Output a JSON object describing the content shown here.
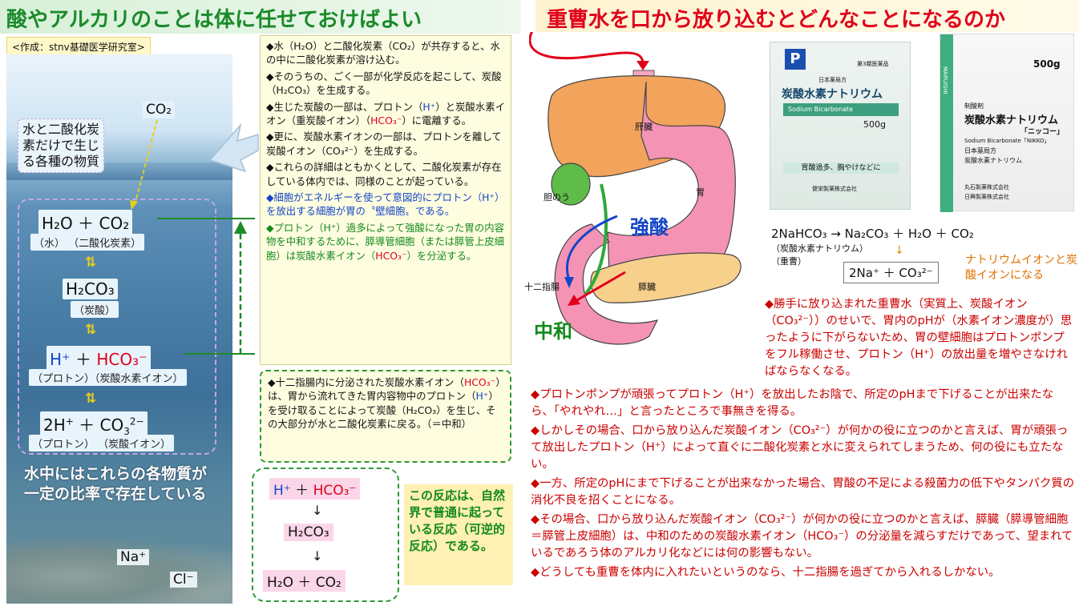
{
  "header": {
    "title_left": "酸やアルカリのことは体に任せておけばよい",
    "author": "<作成：stnv基礎医学研究室>",
    "title_right": "重曹水を口から放り込むとどんなことになるのか"
  },
  "left_panel": {
    "co2_top": "CO₂",
    "substances_label": "水と二酸化炭素だけで生じる各種の物質",
    "eq1": "H₂O ＋ CO₂",
    "eq1_paren": "（水） （二酸化炭素）",
    "eq2": "H₂CO₃",
    "eq2_paren": "（炭酸）",
    "eq3_paren": "（プロトン）（炭酸水素イオン）",
    "eq4_paren": "（プロトン） （炭酸イオン）",
    "reversible_arrow": "⇅",
    "ocean_note": "水中にはこれらの各物質が一定の比率で存在している",
    "na_ion": "Na⁺",
    "cl_ion": "Cl⁻"
  },
  "explanation": {
    "p1": "◆水（H₂O）と二酸化炭素（CO₂）が共存すると、水の中に二酸化炭素が溶け込む。",
    "p2": "◆そのうちの、ごく一部が化学反応を起こして、炭酸（H₂CO₃）を生成する。",
    "p3_a": "◆生じた炭酸の一部は、プロトン（",
    "p3_b": "）と炭酸水素イオン（重炭酸イオン）（",
    "p3_c": "）に電離する。",
    "p4": "◆更に、炭酸水素イオンの一部は、プロトンを離して炭酸イオン（CO₃²⁻）を生成する。",
    "p5": "◆これらの詳細はともかくとして、二酸化炭素が存在している体内では、同様のことが起っている。",
    "p6": "◆細胞がエネルギーを使って意図的にプロトン（H⁺）を放出する細胞が胃の〝壁細胞〟である。",
    "p7_a": "◆プロトン（H⁺）過多によって強酸になった胃の内容物を中和するために、膵導管細胞（または膵管上皮細胞）は炭酸水素イオン（",
    "p7_b": "）を分泌する。",
    "p8_a": "◆十二指腸内に分泌された炭酸水素イオン（",
    "p8_b": "）は、胃から流れてきた胃内容物中のプロトン（",
    "p8_c": "）を受け取ることによって炭酸（H₂CO₃）を生じ、その大部分が水と二酸化炭素に戻る。（＝中和）",
    "h_plus": "H⁺",
    "hco3_minus": "HCO₃⁻"
  },
  "reaction": {
    "line1_a": "H⁺",
    "line1_b": "＋",
    "line1_c": "HCO₃⁻",
    "arrow": "↓",
    "line2": "H₂CO₃",
    "line3": "H₂O ＋ CO₂",
    "note": "この反応は、自然界で普通に起っている反応（可逆的反応）である。"
  },
  "anatomy": {
    "liver": "肝臓",
    "stomach": "胃",
    "gallbladder": "胆のう",
    "pancreas": "膵臓",
    "duodenum": "十二指腸",
    "strong_acid": "強酸",
    "neutralization": "中和"
  },
  "product1": {
    "badge": "P",
    "label_small": "日本薬局方",
    "category": "第3類医薬品",
    "name": "炭酸水素ナトリウム",
    "english": "Sodium Bicarbonate",
    "weight": "500g",
    "indication": "胃酸過多、胸やけなどに",
    "maker": "健栄製薬株式会社"
  },
  "product2": {
    "brand": "MARUISHI",
    "weight": "500g",
    "category": "制酸剤",
    "name": "炭酸水素ナトリウム",
    "nickname": "「ニッコー」",
    "english": "Sodium Bicarbonate「NIKKO」",
    "label_jp": "日本薬局方",
    "label_jp2": "炭酸水素ナトリウム",
    "maker1": "丸石製薬株式会社",
    "maker2": "日興製薬株式会社"
  },
  "right_equation": {
    "line": "2NaHCO₃  →  Na₂CO₃  ＋  H₂O  ＋  CO₂",
    "sub1": "（炭酸水素ナトリウム）",
    "sub2": "（重曹）",
    "down_arrow": "↓",
    "ion_box": "2Na⁺ ＋ CO₃²⁻",
    "ion_note": "ナトリウムイオンと炭酸イオンになる"
  },
  "right_text": {
    "p1": "◆勝手に放り込まれた重曹水（実質上、炭酸イオン（CO₃²⁻））のせいで、胃内のpHが（水素イオン濃度が）思ったように下がらないため、胃の壁細胞はプロトンポンプをフル稼働させ、プロトン（H⁺）の放出量を増やさなければならなくなる。",
    "p2": "◆プロトンポンプが頑張ってプロトン（H⁺）を放出したお陰で、所定のpHまで下げることが出来たなら、「やれやれ…」と言ったところで事無きを得る。",
    "p3": "◆しかしその場合、口から放り込んだ炭酸イオン（CO₃²⁻）が何かの役に立つのかと言えば、胃が頑張って放出したプロトン（H⁺）によって直ぐに二酸化炭素と水に変えられてしまうため、何の役にも立たない。",
    "p4": "◆一方、所定のpHにまで下げることが出来なかった場合、胃酸の不足による殺菌力の低下やタンパク質の消化不良を招くことになる。",
    "p5": "◆その場合、口から放り込んだ炭酸イオン（CO₃²⁻）が何かの役に立つのかと言えば、膵臓（膵導管細胞＝膵管上皮細胞）は、中和のための炭酸水素イオン（HCO₃⁻）の分泌量を減らすだけであって、望まれているであろう体のアルカリ化などには何の影響もない。",
    "p6": "◆どうしても重曹を体内に入れたいというのなら、十二指腸を過ぎてから入れるしかない。"
  },
  "colors": {
    "title_green": "#1a8a2a",
    "title_red": "#e0001a",
    "blue": "#1545c6",
    "arrow_yellow": "#e8d018"
  }
}
